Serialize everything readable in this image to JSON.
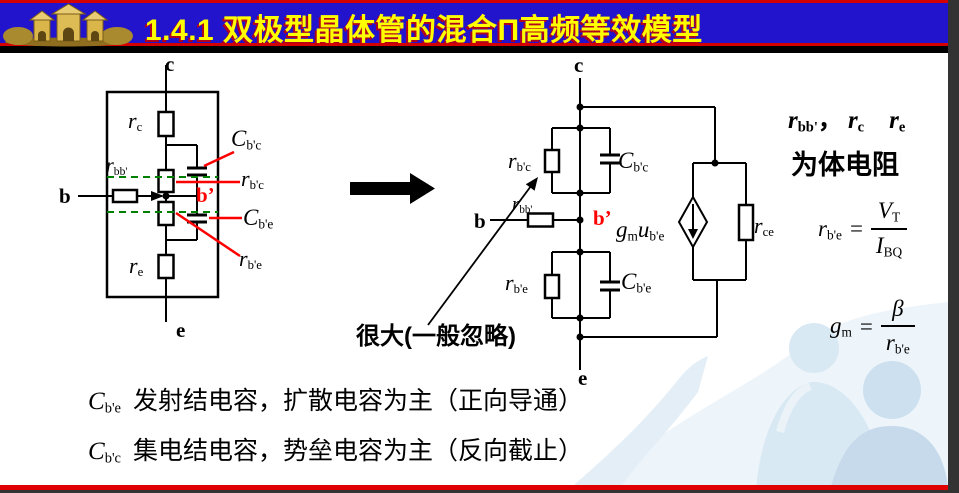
{
  "title": "1.4.1 双极型晶体管的混合Π高频等效模型",
  "terminals": {
    "b": "b",
    "c": "c",
    "e": "e",
    "b_prime": "b’"
  },
  "symbols": {
    "r_c": {
      "base": "r",
      "sub": "c"
    },
    "r_e": {
      "base": "r",
      "sub": "e"
    },
    "r_bb": {
      "base": "r",
      "sub": "bb'"
    },
    "r_bpc": {
      "base": "r",
      "sub": "b'c"
    },
    "r_bpe": {
      "base": "r",
      "sub": "b'e"
    },
    "r_ce": {
      "base": "r",
      "sub": "ce"
    },
    "C_bpc": {
      "base": "C",
      "sub": "b'c"
    },
    "C_bpe": {
      "base": "C",
      "sub": "b'e"
    },
    "V_T": {
      "base": "V",
      "sub": "T"
    },
    "I_BQ": {
      "base": "I",
      "sub": "BQ"
    },
    "g_m": {
      "base": "g",
      "sub": "m"
    },
    "u_bpe": {
      "base": "u",
      "sub": "b'e"
    },
    "beta": "β"
  },
  "annotation": "很大(一般忽略)",
  "side_panel": {
    "comma": "，",
    "equals": "=",
    "body_resistance_caption": "为体电阻"
  },
  "notes": [
    {
      "text": "发射结电容，扩散电容为主（正向导通）"
    },
    {
      "text": "集电结电容，势垒电容为主（反向截止）"
    }
  ],
  "colors": {
    "bar_blue": "#2213cc",
    "accent_red": "#d40000",
    "title_yellow": "#ffff00",
    "callout_red": "#ff0000",
    "green_dash": "#008000"
  }
}
